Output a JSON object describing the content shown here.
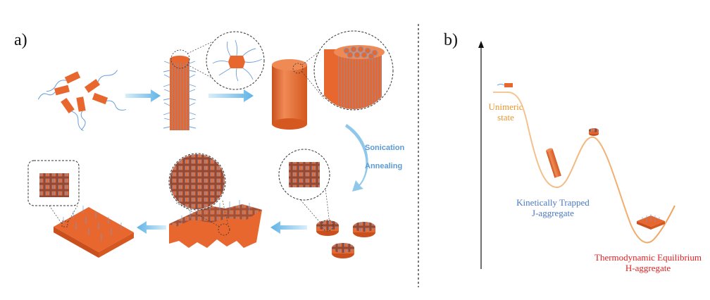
{
  "panel_a": {
    "label": "a)",
    "process_labels": {
      "sonication": "Sonication",
      "annealing": "Annealing"
    }
  },
  "panel_b": {
    "label": "b)",
    "states": {
      "unimeric": {
        "line1": "Unimeric",
        "line2": "state"
      },
      "j_aggregate": {
        "line1": "Kinetically Trapped",
        "line2": "J-aggregate"
      },
      "h_aggregate": {
        "line1": "Thermodynamic Equilibrium",
        "line2": "H-aggregate"
      }
    }
  },
  "colors": {
    "orange": "#e8672f",
    "orange_dark": "#c9501d",
    "orange_light": "#f08a55",
    "chain_blue": "#6a9fd8",
    "arrow_blue": "#8fc8ea",
    "curve": "#f2b77e",
    "label_orange": "#e8962f",
    "label_blue": "#4a78c2",
    "label_red": "#e02020"
  }
}
